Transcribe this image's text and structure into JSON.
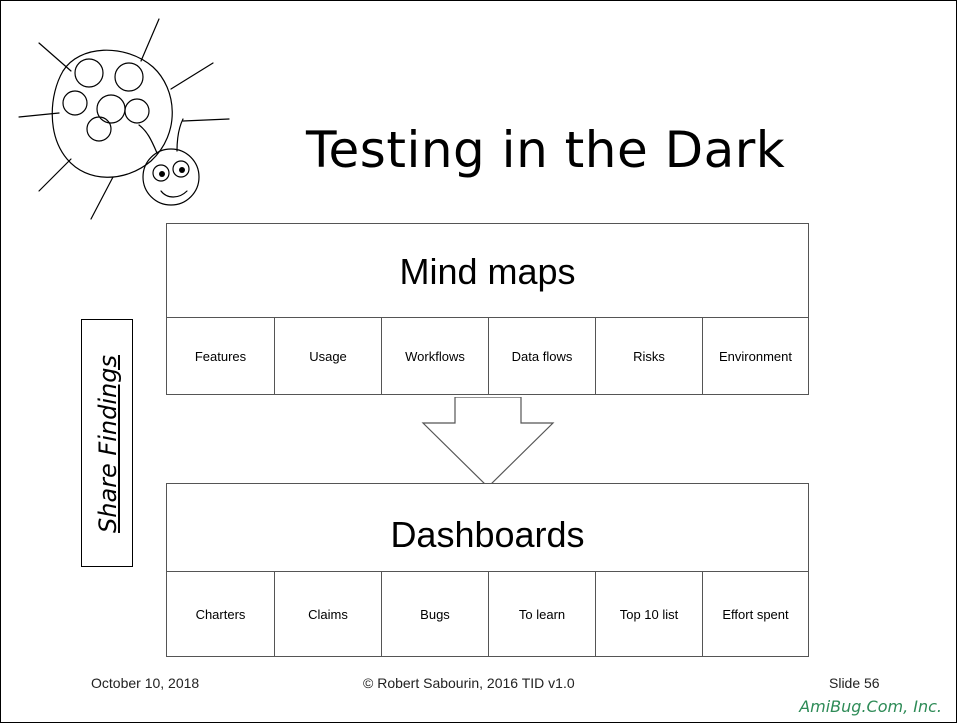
{
  "title": "Testing in the Dark",
  "side_label": "Share Findings",
  "top_box": {
    "heading": "Mind maps",
    "items": [
      "Features",
      "Usage",
      "Workflows",
      "Data flows",
      "Risks",
      "Environment"
    ]
  },
  "bottom_box": {
    "heading": "Dashboards",
    "items": [
      "Charters",
      "Claims",
      "Bugs",
      "To learn",
      "Top 10 list",
      "Effort spent"
    ]
  },
  "footer": {
    "date": "October 10, 2018",
    "copyright": "© Robert Sabourin, 2016 TID v1.0",
    "slide": "Slide 56",
    "brand": "AmiBug.Com, Inc."
  },
  "colors": {
    "brand": "#2e8b57",
    "box_border": "#555555"
  }
}
